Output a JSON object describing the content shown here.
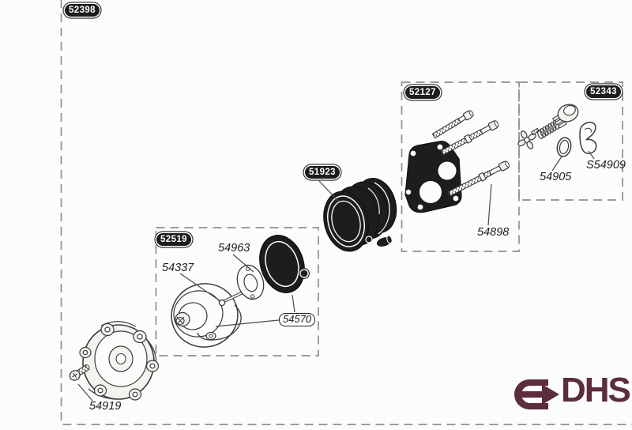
{
  "figure": {
    "main_assembly": "52398",
    "kits": {
      "plate_kit": "52127",
      "valve_kit": "52343",
      "diaphragm_kit": "52519"
    },
    "parts": {
      "drum": "51923",
      "diaphragm": "54570",
      "gasket": "54963",
      "pump_body": "54337",
      "o_ring": "54905",
      "clip": "S54909",
      "bolt": "54898",
      "screw": "54919"
    }
  },
  "logo": {
    "text": "DHS",
    "color": "#5c2d3a",
    "icon": "arrow-right-capsule-icon"
  },
  "colors": {
    "paper": "#fcfcfa",
    "line_art": "#3a3a3a",
    "solid_fill": "#1d1d1d",
    "dashed_border": "#8f8f8f",
    "badge_background": "#1d1d1d",
    "badge_text": "#ffffff"
  }
}
